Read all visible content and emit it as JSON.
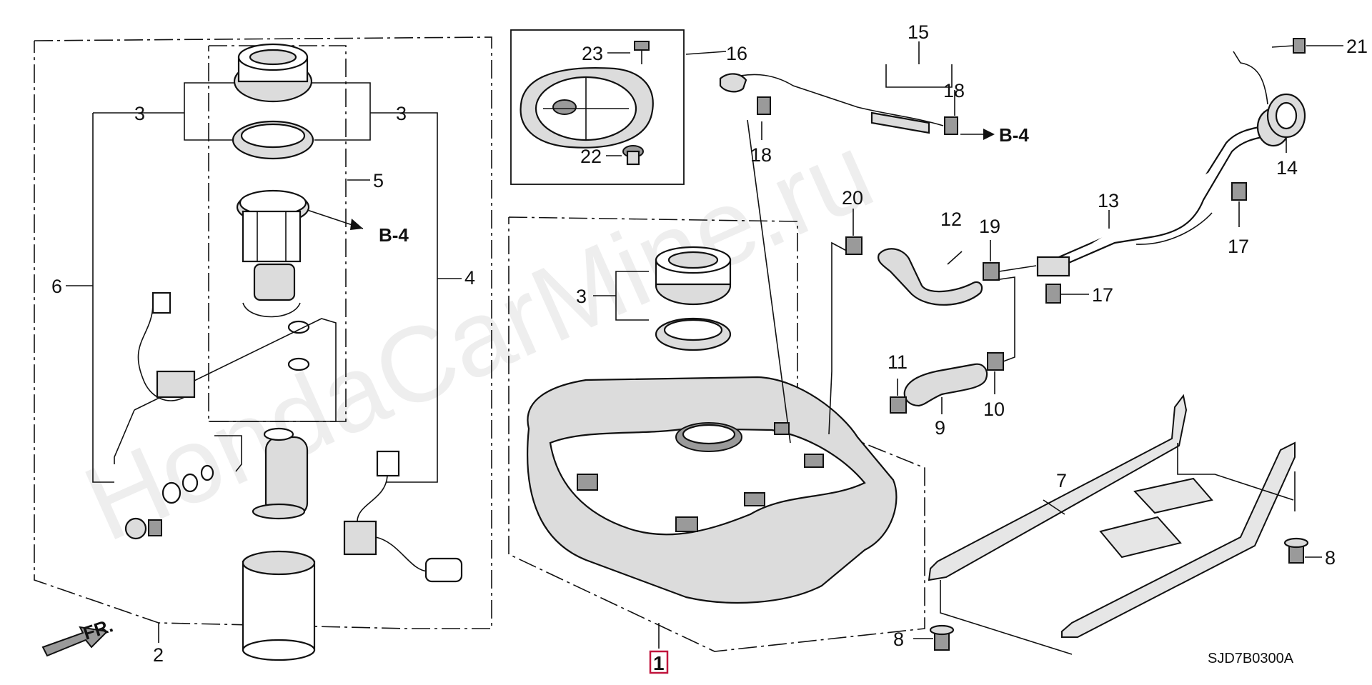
{
  "diagram": {
    "watermark": "HondaCarMine.ru",
    "diagram_code": "SJD7B0300A",
    "front_label": "FR.",
    "main_part_label": "1",
    "reference_labels": [
      "B-4",
      "B-4"
    ],
    "callouts": [
      "2",
      "3",
      "3",
      "3",
      "4",
      "5",
      "6",
      "7",
      "8",
      "8",
      "9",
      "10",
      "11",
      "12",
      "13",
      "14",
      "15",
      "16",
      "17",
      "17",
      "18",
      "18",
      "19",
      "20",
      "21",
      "22",
      "23"
    ]
  },
  "colors": {
    "line": "#111111",
    "part_fill": "#dcdcdc",
    "highlight_box": "#c0143c",
    "watermark": "#cfcfcf"
  }
}
